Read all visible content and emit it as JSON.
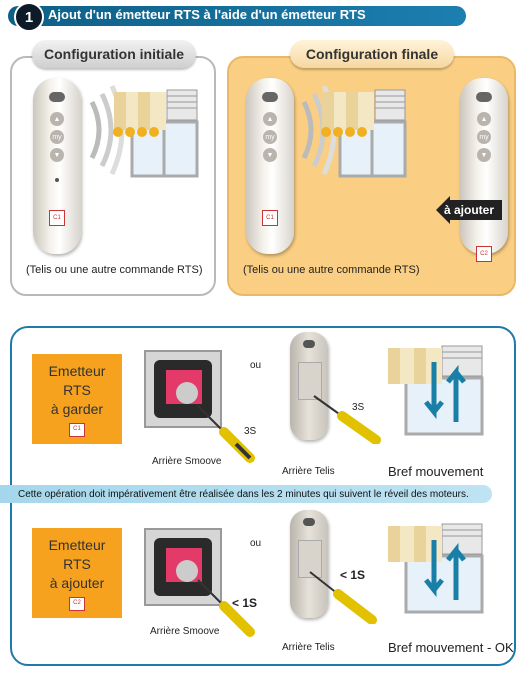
{
  "header": {
    "number": "1",
    "title": "Ajout d'un émetteur RTS à l'aide d'un émetteur RTS"
  },
  "config_initiale": {
    "tab": "Configuration initiale",
    "caption": "(Telis ou une autre commande RTS)",
    "remote_label": "C1"
  },
  "config_finale": {
    "tab": "Configuration finale",
    "caption": "(Telis ou une autre commande RTS)",
    "remote_label_1": "C1",
    "remote_label_2": "C2",
    "add_arrow_label": "à ajouter"
  },
  "step_keep": {
    "box_line1": "Emetteur",
    "box_line2": "RTS",
    "box_line3": "à garder",
    "box_label": "C1",
    "ou": "ou",
    "smoove_time": "3S",
    "smoove_caption": "Arrière Smoove",
    "telis_time": "3S",
    "telis_caption": "Arrière Telis",
    "result": "Bref mouvement"
  },
  "banner": "Cette opération doit impérativement être réalisée dans les 2 minutes qui suivent le réveil des moteurs.",
  "step_add": {
    "box_line1": "Emetteur",
    "box_line2": "RTS",
    "box_line3": "à ajouter",
    "box_label": "C2",
    "ou": "ou",
    "smoove_time": "< 1S",
    "smoove_caption": "Arrière Smoove",
    "telis_time": "< 1S",
    "telis_caption": "Arrière Telis",
    "result": "Bref mouvement - OK"
  },
  "colors": {
    "header_blue": "#1c7fb0",
    "orange": "#f6a21f",
    "panel_orange": "#fbcf83",
    "arrow_blue": "#1a7fa6"
  }
}
